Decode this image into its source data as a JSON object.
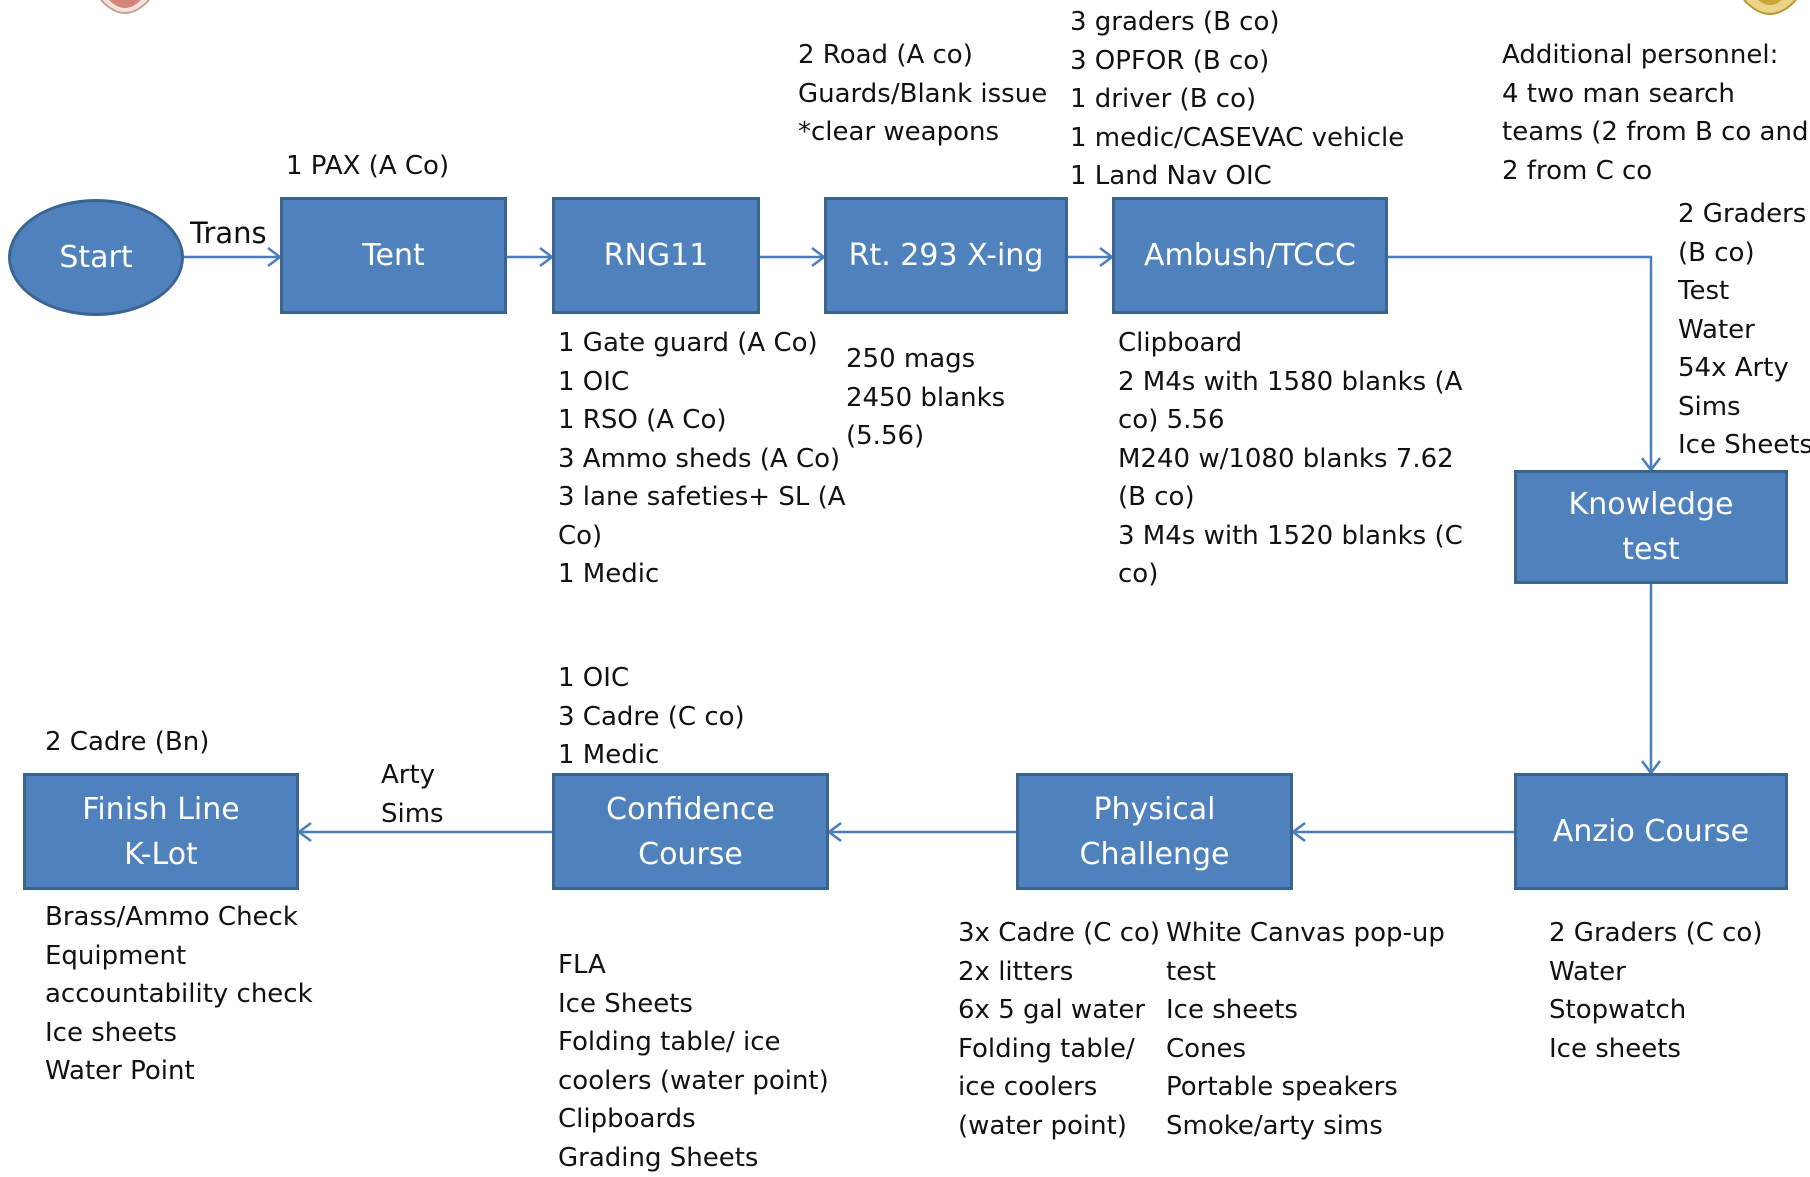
{
  "nodes": {
    "start": "Start",
    "tent": "Tent",
    "rng11": "RNG11",
    "rt293": "Rt. 293 X-ing",
    "ambush": "Ambush/TCCC",
    "knowledge": [
      "Knowledge",
      "test"
    ],
    "anzio": "Anzio Course",
    "physical": [
      "Physical",
      "Challenge"
    ],
    "confidence": [
      "Confidence",
      "Course"
    ],
    "finish": [
      "Finish Line",
      "K-Lot"
    ]
  },
  "edge_labels": {
    "trans": "Trans",
    "arty_sims": "Arty\nSims"
  },
  "annotations": {
    "tent_staff": "1 PAX (A Co)",
    "rt293_staff": "2 Road (A co)\nGuards/Blank issue\n*clear weapons",
    "ambush_staff": "3 graders (B co)\n3 OPFOR (B co)\n1 driver (B co)\n1 medic/CASEVAC vehicle\n1 Land Nav OIC",
    "additional_personnel": "Additional personnel:\n4 two man search\nteams (2 from B co and\n2 from C co",
    "knowledge_items": "2 Graders\n(B co)\nTest\nWater\n54x Arty\nSims\nIce Sheets",
    "rng11_staff": "1 Gate guard (A Co)\n1 OIC\n1 RSO (A Co)\n3 Ammo sheds (A Co)\n3 lane safeties+ SL (A\nCo)\n1 Medic",
    "rt293_items": "250 mags\n2450 blanks\n(5.56)",
    "ambush_items": "Clipboard\n2 M4s with 1580 blanks (A\nco) 5.56\nM240 w/1080 blanks 7.62\n(B co)\n3 M4s with 1520 blanks (C\nco)",
    "finish_staff": "2 Cadre (Bn)",
    "confidence_staff": "1 OIC\n3 Cadre (C co)\n1 Medic",
    "finish_items": "Brass/Ammo Check\nEquipment\naccountability check\nIce sheets\nWater Point",
    "confidence_items": "FLA\nIce Sheets\nFolding table/ ice\ncoolers (water point)\nClipboards\nGrading Sheets",
    "physical_items_left": "3x Cadre (C co)\n2x litters\n6x 5 gal water\nFolding table/\nice coolers\n(water point)",
    "physical_items_right": "White Canvas pop-up\ntest\nIce sheets\nCones\nPortable speakers\nSmoke/arty sims",
    "anzio_items": "2 Graders (C co)\nWater\nStopwatch\nIce sheets"
  },
  "colors": {
    "node_fill": "#4f81bd",
    "node_border": "#3a6593",
    "node_text": "#ffffff",
    "connector": "#4a7ebb"
  }
}
